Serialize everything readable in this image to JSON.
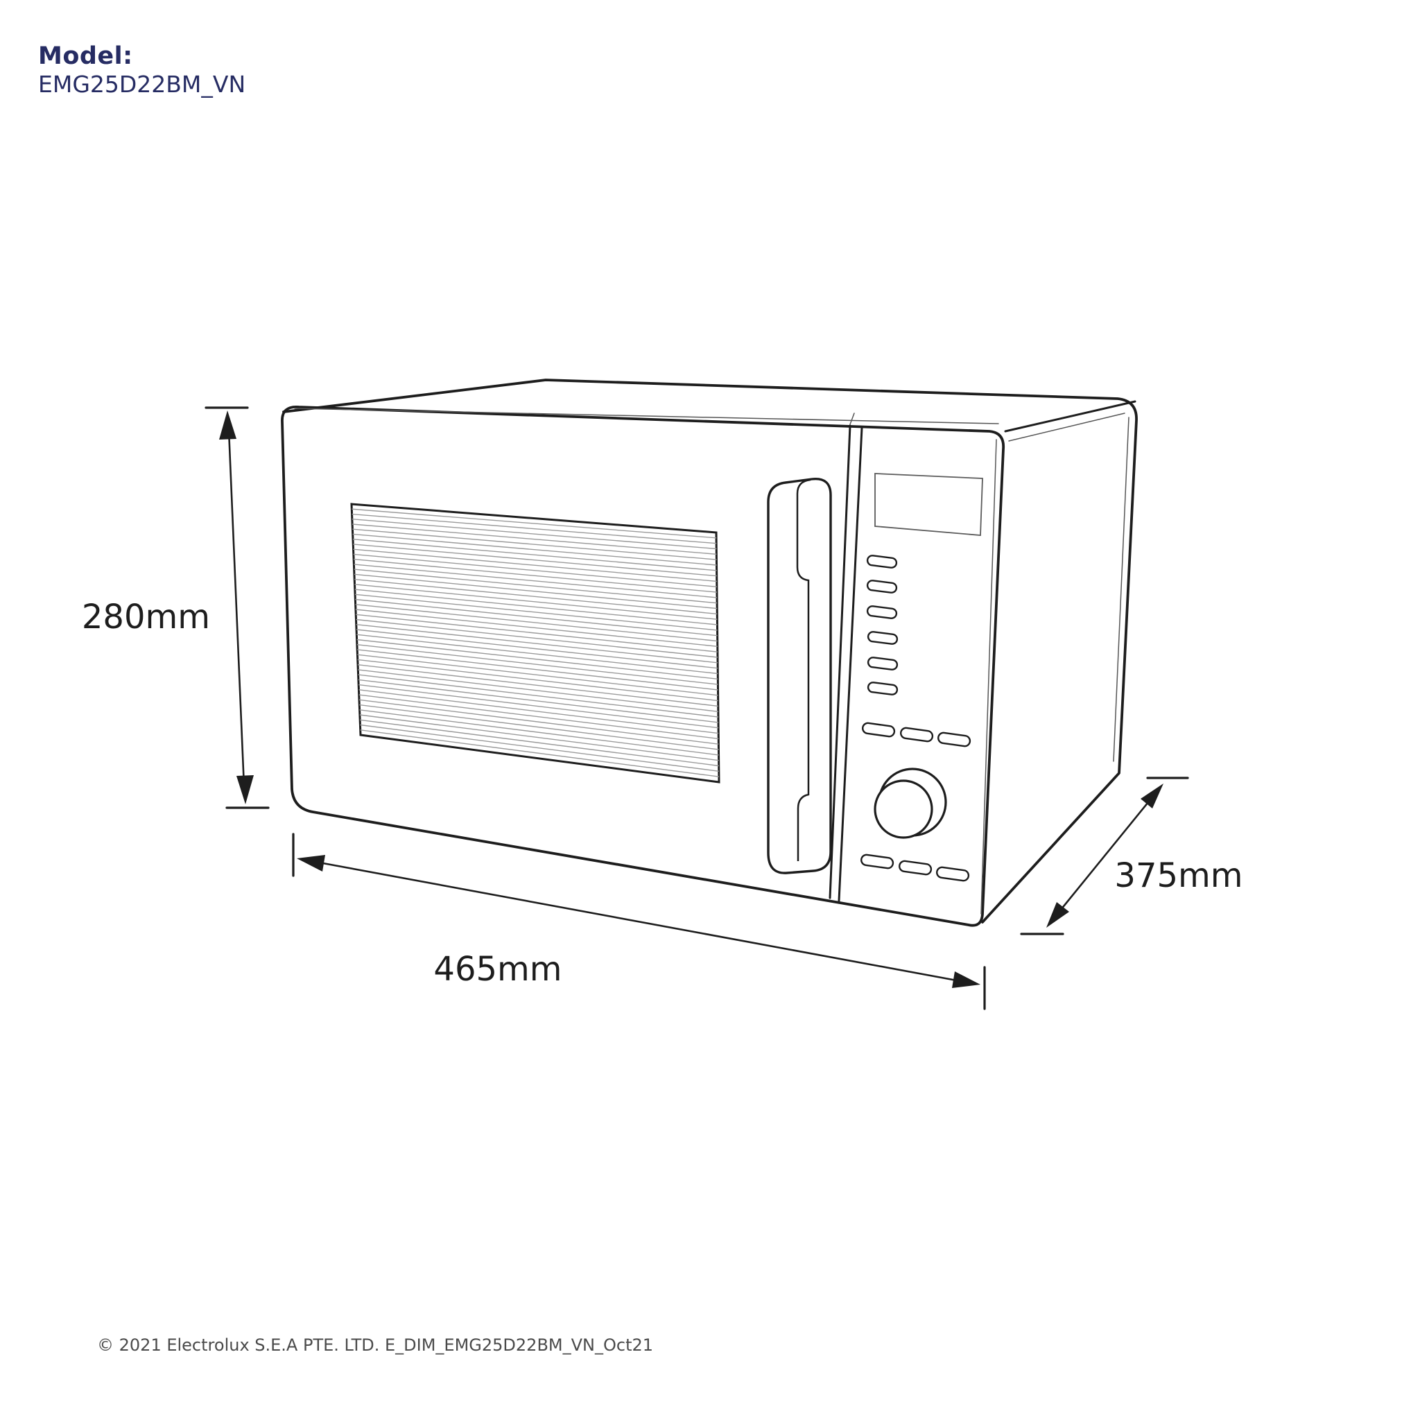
{
  "header": {
    "model_label": "Model:",
    "model_number": "EMG25D22BM_VN"
  },
  "dimensions": {
    "height": "280mm",
    "width": "465mm",
    "depth": "375mm"
  },
  "footer": {
    "copyright": "© 2021 Electrolux S.E.A PTE. LTD. E_DIM_EMG25D22BM_VN_Oct21"
  },
  "colors": {
    "ink": "#1d1d1d",
    "model_text": "#262c63",
    "hatch": "#9a9a9a",
    "background": "#ffffff"
  }
}
